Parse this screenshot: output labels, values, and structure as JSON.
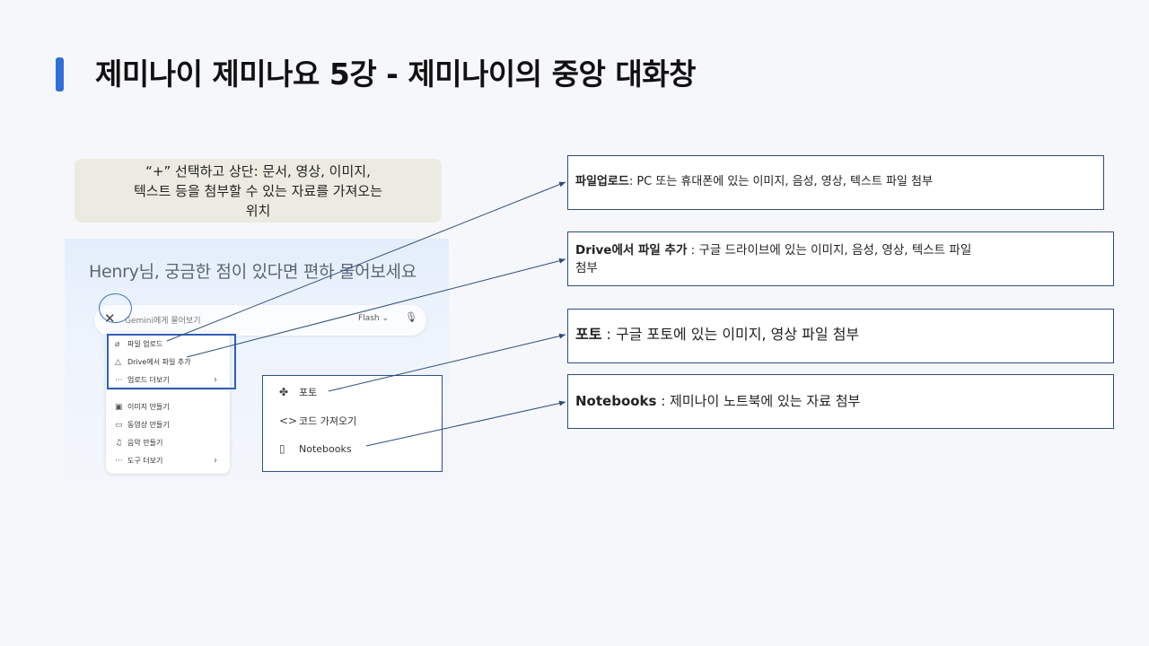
{
  "slide": {
    "title": "제미나이 제미나요 5강 - 제미나이의 중앙 대화창"
  },
  "callout": {
    "line1": "“+”  선택하고 상단:   문서, 영상, 이미지,",
    "line2": "텍스트 등을 첨부할 수 있는 자료를 가져오는",
    "line3": "위치"
  },
  "screenshot": {
    "greeting": "Henry님, 궁금한 점이 있다면 편하 물어보세요",
    "prompt": {
      "close_glyph": "✕",
      "placeholder": "Gemini에게 물어보기",
      "model": "Flash  ⌄",
      "mic_glyph": "🎙"
    },
    "menu": [
      {
        "icon": "paperclip-icon",
        "glyph": "⌀",
        "label": "파일 업로드"
      },
      {
        "icon": "drive-icon",
        "glyph": "△",
        "label": "Drive에서 파일 추가"
      },
      {
        "icon": "more-icon",
        "glyph": "···",
        "label": "업로드 더보기",
        "chevron": "›"
      },
      {
        "icon": "image-icon",
        "glyph": "▣",
        "label": "이미지 만들기"
      },
      {
        "icon": "video-icon",
        "glyph": "▭",
        "label": "동영상 만들기"
      },
      {
        "icon": "music-icon",
        "glyph": "♫",
        "label": "음악 만들기"
      },
      {
        "icon": "more-icon",
        "glyph": "···",
        "label": "도구 더보기",
        "chevron": "›"
      }
    ],
    "submenu": [
      {
        "icon": "pinwheel-icon",
        "glyph": "✤",
        "label": "포토"
      },
      {
        "icon": "code-icon",
        "glyph": "<>",
        "label": "코드 가져오기"
      },
      {
        "icon": "notebook-icon",
        "glyph": "▯",
        "label": "Notebooks"
      }
    ]
  },
  "boxes": {
    "upload": {
      "bold": "파일업로드",
      "text": ": PC 또는 휴대폰에 있는  이미지, 음성, 영상, 텍스트 파일 첨부"
    },
    "drive": {
      "bold": "Drive에서 파일 추가",
      "text": " : 구글 드라이브에 있는  이미지, 음성, 영상, 텍스트 파일",
      "text2": "첨부"
    },
    "photos": {
      "bold": "포토",
      "text": " : 구글 포토에 있는  이미지,  영상  파일 첨부"
    },
    "notebooks": {
      "bold": "Notebooks",
      "text": " : 제미나이 노트북에 있는 자료 첨부"
    }
  },
  "colors": {
    "accent": "#2f6fd6",
    "box_border": "#2d4c7a",
    "highlight": "#2f5fb8",
    "callout_bg": "#ecebe2"
  }
}
